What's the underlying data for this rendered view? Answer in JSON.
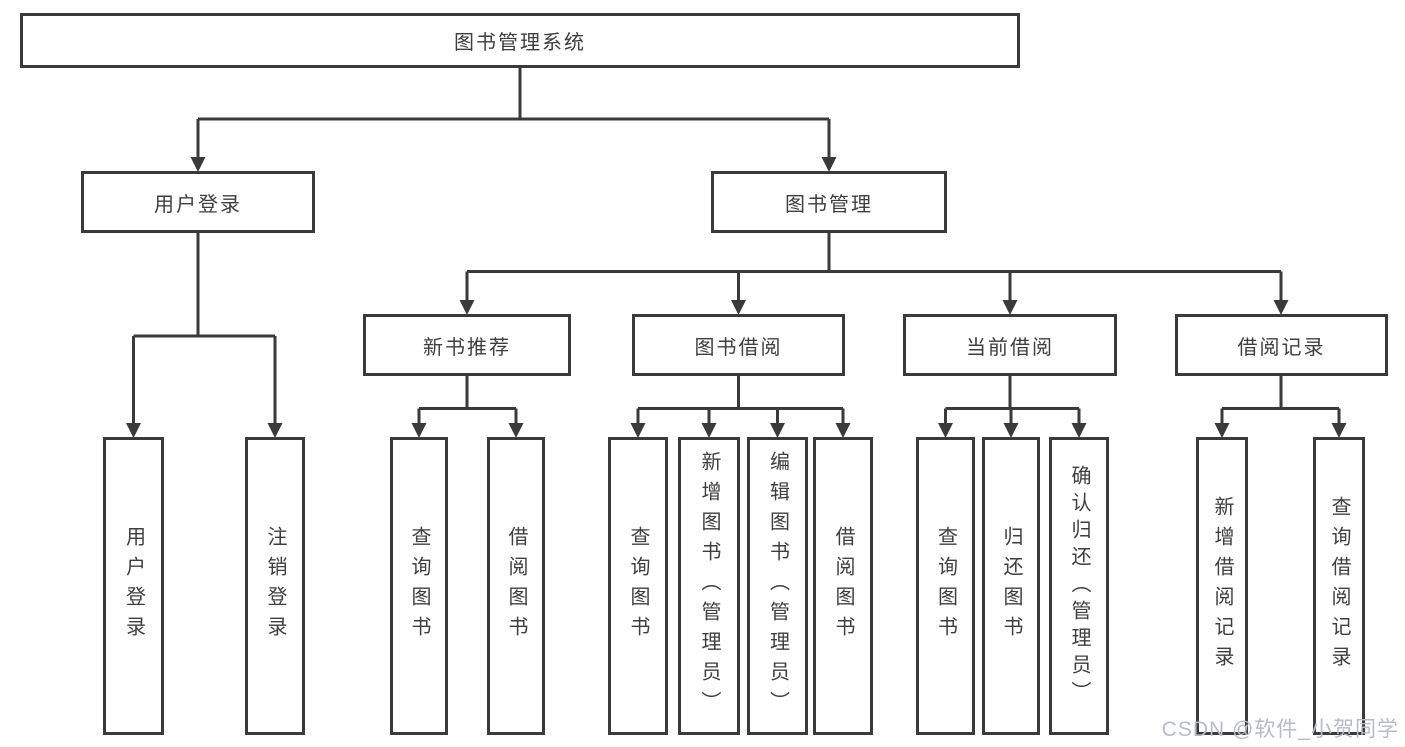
{
  "diagram": {
    "root": {
      "label": "图书管理系统"
    },
    "user_login": {
      "label": "用户登录",
      "children": {
        "login": "用户登录",
        "logout": "注销登录"
      }
    },
    "book_mgmt": {
      "label": "图书管理"
    },
    "new_book": {
      "label": "新书推荐",
      "children": {
        "query": "查询图书",
        "borrow": "借阅图书"
      }
    },
    "book_borrow": {
      "label": "图书借阅",
      "children": {
        "query": "查询图书",
        "add": "新增图书（管理员）",
        "edit": "编辑图书（管理员）",
        "borrow": "借阅图书"
      }
    },
    "current_borrow": {
      "label": "当前借阅",
      "children": {
        "query": "查询图书",
        "return": "归还图书",
        "confirm": "确认归还（管理员）"
      }
    },
    "borrow_record": {
      "label": "借阅记录",
      "children": {
        "add": "新增借阅记录",
        "query": "查询借阅记录"
      }
    }
  },
  "watermark": {
    "text": "CSDN @软件_小贺同学"
  },
  "colors": {
    "line": "#3a3a3a",
    "text": "#3e3e3e",
    "box_background": "#ffffff",
    "watermark": "#b7bbc2"
  }
}
